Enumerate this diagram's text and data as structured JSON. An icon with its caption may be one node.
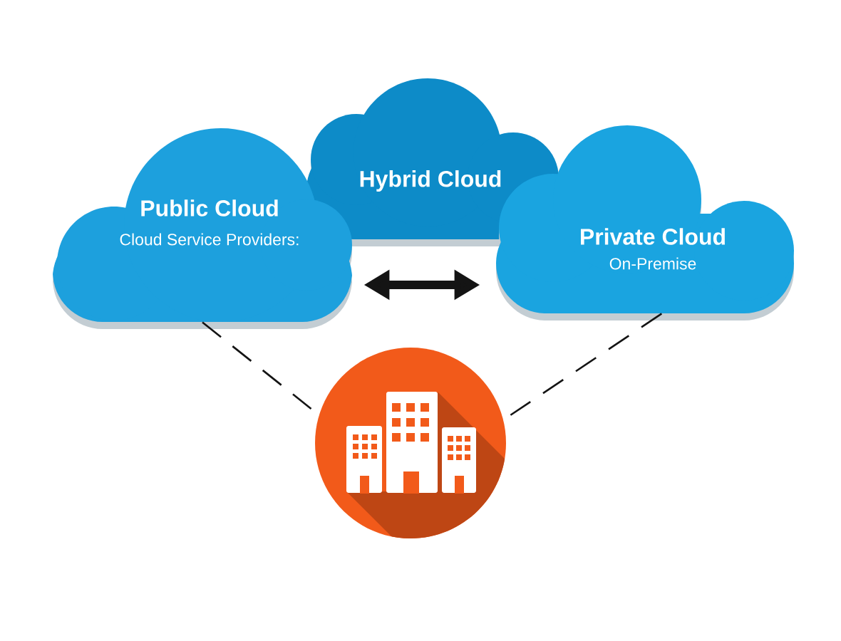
{
  "diagram": {
    "nodes": [
      {
        "text": [
          "Public Cloud",
          "Cloud Service Providers:"
        ]
      },
      {
        "text": [
          "Hybrid Cloud"
        ]
      },
      {
        "text": [
          "Private Cloud",
          "On-Premise"
        ]
      },
      {
        "text": [],
        "shape": "picture"
      }
    ],
    "edges": [
      {
        "from": 0,
        "to": 2,
        "arrow": "both",
        "style": "thick"
      },
      {
        "from": 0,
        "to": 3,
        "arrow": "none",
        "style": "dashed"
      },
      {
        "from": 2,
        "to": 3,
        "arrow": "none",
        "style": "dashed"
      }
    ]
  }
}
